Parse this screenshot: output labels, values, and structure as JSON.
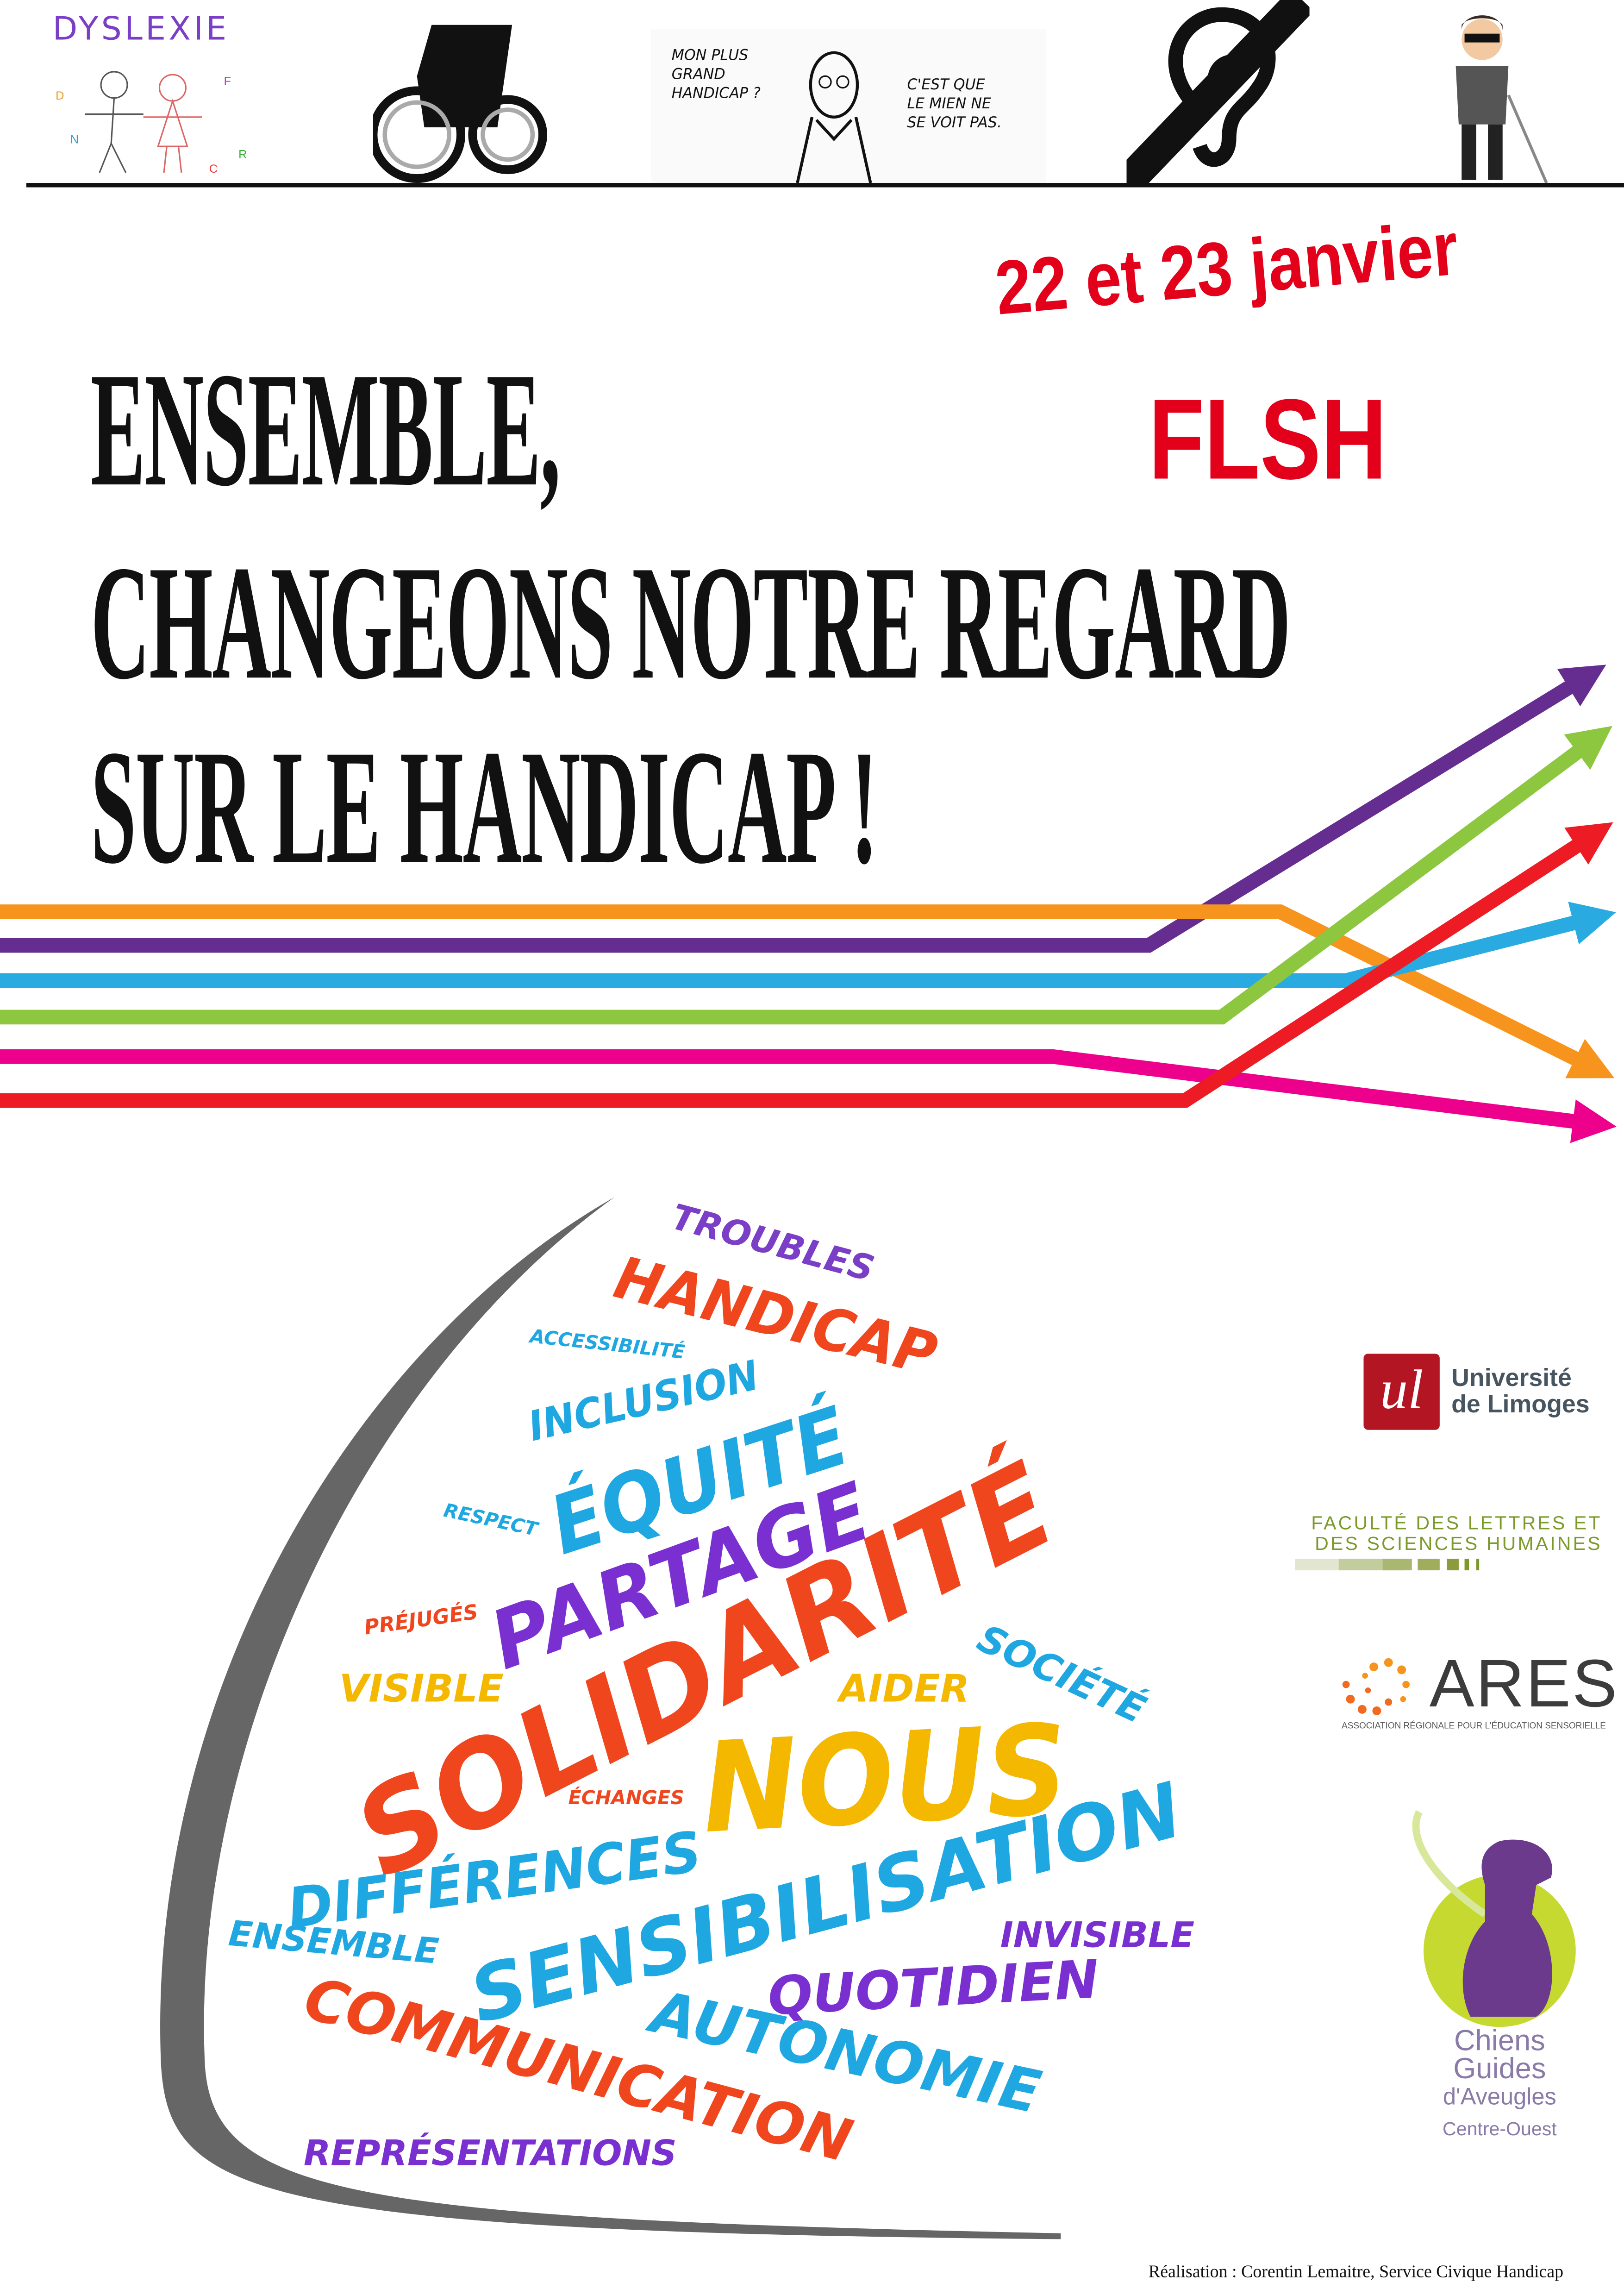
{
  "header_images": {
    "dyslexia_logo": "DYSLEXIE",
    "cartoon": {
      "left_bubble": "MON PLUS\nGRAND\nHANDICAP ?",
      "right_bubble": "C'EST QUE\nLE MIEN NE\nSE VOIT PAS."
    }
  },
  "event": {
    "dates": "22 et 23 janvier",
    "place": "FLSH"
  },
  "headline": {
    "line1": "ENSEMBLE,",
    "line2": "CHANGEONS NOTRE REGARD",
    "line3": "SUR LE HANDICAP !"
  },
  "arrow_colors": {
    "orange": "#f7941d",
    "purple": "#662d91",
    "blue": "#29abe2",
    "green": "#8dc63f",
    "pink": "#ec008c",
    "red": "#ed1c24"
  },
  "word_cloud": [
    {
      "text": "TROUBLES",
      "color": "#7a3fc6"
    },
    {
      "text": "HANDICAP",
      "color": "#f0461e"
    },
    {
      "text": "ACCESSIBILITÉ",
      "color": "#1ea7e0"
    },
    {
      "text": "INCLUSION",
      "color": "#1ea7e0"
    },
    {
      "text": "ÉQUITÉ",
      "color": "#1ea7e0"
    },
    {
      "text": "RESPECT",
      "color": "#1ea7e0"
    },
    {
      "text": "PARTAGE",
      "color": "#7a2fd0"
    },
    {
      "text": "PRÉJUGÉS",
      "color": "#f0461e"
    },
    {
      "text": "SOLIDARITÉ",
      "color": "#f0461e"
    },
    {
      "text": "VISIBLE",
      "color": "#f5b800"
    },
    {
      "text": "AIDER",
      "color": "#f5b800"
    },
    {
      "text": "SOCIÉTÉ",
      "color": "#1ea7e0"
    },
    {
      "text": "NOUS",
      "color": "#f5b800"
    },
    {
      "text": "ÉCHANGES",
      "color": "#f0461e"
    },
    {
      "text": "DIFFÉRENCES",
      "color": "#1ea7e0"
    },
    {
      "text": "ENSEMBLE",
      "color": "#1ea7e0"
    },
    {
      "text": "SENSIBILISATION",
      "color": "#1ea7e0"
    },
    {
      "text": "INVISIBLE",
      "color": "#7a2fd0"
    },
    {
      "text": "QUOTIDIEN",
      "color": "#7a2fd0"
    },
    {
      "text": "COMMUNICATION",
      "color": "#f0461e"
    },
    {
      "text": "AUTONOMIE",
      "color": "#1ea7e0"
    },
    {
      "text": "REPRÉSENTATIONS",
      "color": "#7a2fd0"
    }
  ],
  "partners": {
    "universite": {
      "line1": "Université",
      "line2": "de Limoges"
    },
    "faculte": {
      "line1": "FACULTÉ DES LETTRES ET",
      "line2": "DES SCIENCES HUMAINES"
    },
    "ares": {
      "name": "ARES",
      "subtitle": "ASSOCIATION RÉGIONALE POUR L'ÉDUCATION SENSORIELLE"
    },
    "chiens_guides": {
      "line1": "Chiens",
      "line2": "Guides",
      "line3": "d'Aveugles",
      "line4": "Centre-Ouest"
    }
  },
  "footer": {
    "credit": "Réalisation : Corentin Lemaitre, Service Civique Handicap"
  }
}
